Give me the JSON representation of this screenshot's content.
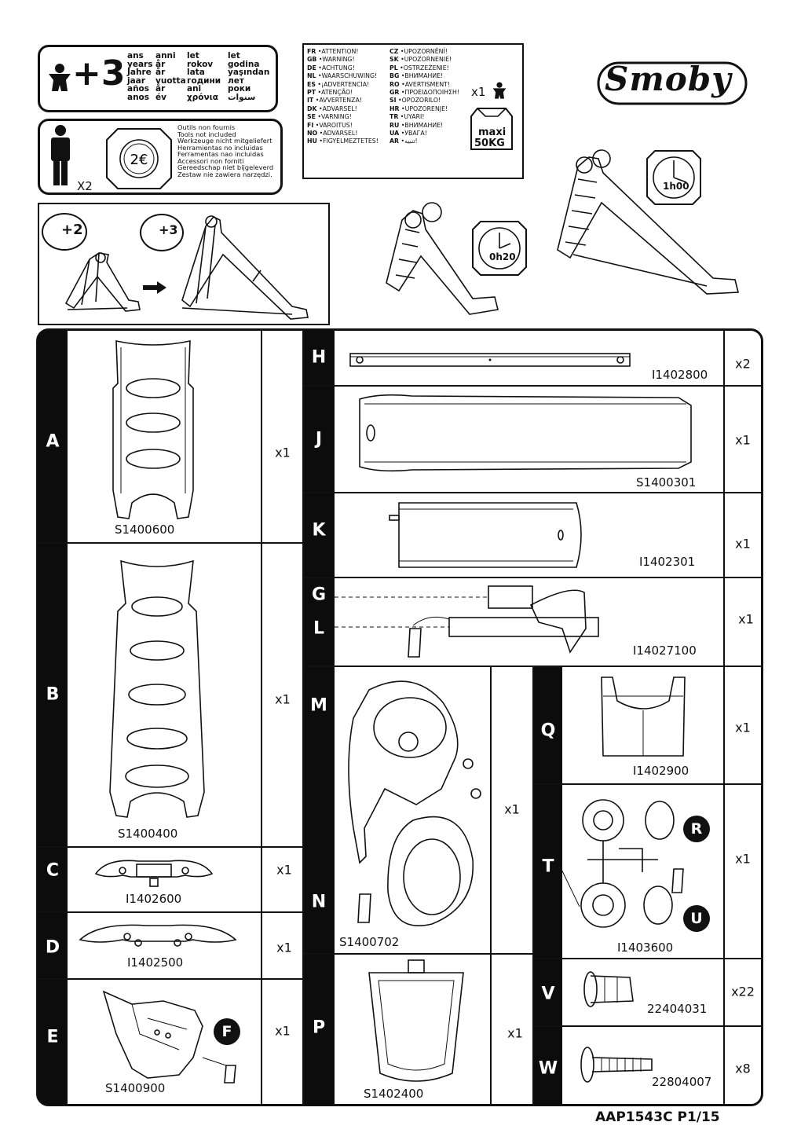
{
  "age_box": {
    "badge": "+3",
    "words": [
      [
        "ans",
        "anni",
        "let",
        "let"
      ],
      [
        "years",
        "år",
        "rokov",
        "godina"
      ],
      [
        "Jahre",
        "år",
        "lata",
        "yaşından"
      ],
      [
        "jaar",
        "vuotta",
        "години",
        "лет"
      ],
      [
        "años",
        "år",
        "ani",
        "роки"
      ],
      [
        "anos",
        "év",
        "χρόνια",
        "سنوات"
      ]
    ]
  },
  "tools_box": {
    "adults": "X2",
    "lines": [
      "Outils non fournis",
      "Tools not included",
      "Werkzeuge nicht mitgeliefert",
      "Herramientas no incluidas",
      "Ferramentas nao incluidas",
      "Accessori non forniti",
      "Gereedschap niet bijgeleverd",
      "Zestaw nie zawiera narzędzi."
    ]
  },
  "warning_box": {
    "col1": [
      [
        "FR",
        "ATTENTION!"
      ],
      [
        "GB",
        "WARNING!"
      ],
      [
        "DE",
        "ACHTUNG!"
      ],
      [
        "NL",
        "WAARSCHUWING!"
      ],
      [
        "ES",
        "¡ADVERTENCIA!"
      ],
      [
        "PT",
        "ATENÇÃO!"
      ],
      [
        "IT",
        "AVVERTENZA!"
      ],
      [
        "DK",
        "ADVARSEL!"
      ],
      [
        "SE",
        "VARNING!"
      ],
      [
        "FI",
        "VAROITUS!"
      ],
      [
        "NO",
        "ADVARSEL!"
      ],
      [
        "HU",
        "FIGYELMEZTETES!"
      ]
    ],
    "col2": [
      [
        "CZ",
        "UPOZORNĚNÍ!"
      ],
      [
        "SK",
        "UPOZORNENIE!"
      ],
      [
        "PL",
        "OSTRZEŻENIE!"
      ],
      [
        "BG",
        "ВНИМАНИЕ!"
      ],
      [
        "RO",
        "AVERTISMENT!"
      ],
      [
        "GR",
        "ΠΡΟΕΙΔΟΠΟΙΗΣΗ!"
      ],
      [
        "SI",
        "OPOZORILO!"
      ],
      [
        "HR",
        "UPOZORENJE!"
      ],
      [
        "TR",
        "UYARI!"
      ],
      [
        "RU",
        "ВНИМАНИЕ!"
      ],
      [
        "UA",
        "УВАГА!"
      ],
      [
        "AR",
        "تنبيه!"
      ]
    ],
    "count": "x1",
    "maxi": "maxi",
    "weight": "50KG"
  },
  "brand": "Smoby",
  "stages": {
    "age2": "+2",
    "age3": "+3"
  },
  "times": {
    "short": "0h20",
    "long": "1h00"
  },
  "parts": [
    {
      "letter": "A",
      "code": "S1400600",
      "qty": "x1"
    },
    {
      "letter": "B",
      "code": "S1400400",
      "qty": "x1"
    },
    {
      "letter": "C",
      "code": "I1402600",
      "qty": "x1"
    },
    {
      "letter": "D",
      "code": "I1402500",
      "qty": "x1"
    },
    {
      "letter": "E",
      "code": "S1400900",
      "qty": "x1",
      "sub": "F"
    },
    {
      "letter": "H",
      "code": "I1402800",
      "qty": "x2"
    },
    {
      "letter": "J",
      "code": "S1400301",
      "qty": "x1"
    },
    {
      "letter": "K",
      "code": "I1402301",
      "qty": "x1"
    },
    {
      "letter": "G",
      "code": "I14027100",
      "qty": "x1",
      "letter2": "L"
    },
    {
      "letter": "M",
      "code": "S1400702",
      "qty": "x1",
      "letter2": "N"
    },
    {
      "letter": "P",
      "code": "S1402400",
      "qty": "x1"
    },
    {
      "letter": "Q",
      "code": "I1402900",
      "qty": "x1"
    },
    {
      "letter": "T",
      "code": "I1403600",
      "qty": "x1",
      "sub1": "R",
      "sub2": "U"
    },
    {
      "letter": "V",
      "code": "22404031",
      "qty": "x22"
    },
    {
      "letter": "W",
      "code": "22804007",
      "qty": "x8"
    }
  ],
  "footer": "AAP1543C P1/15"
}
